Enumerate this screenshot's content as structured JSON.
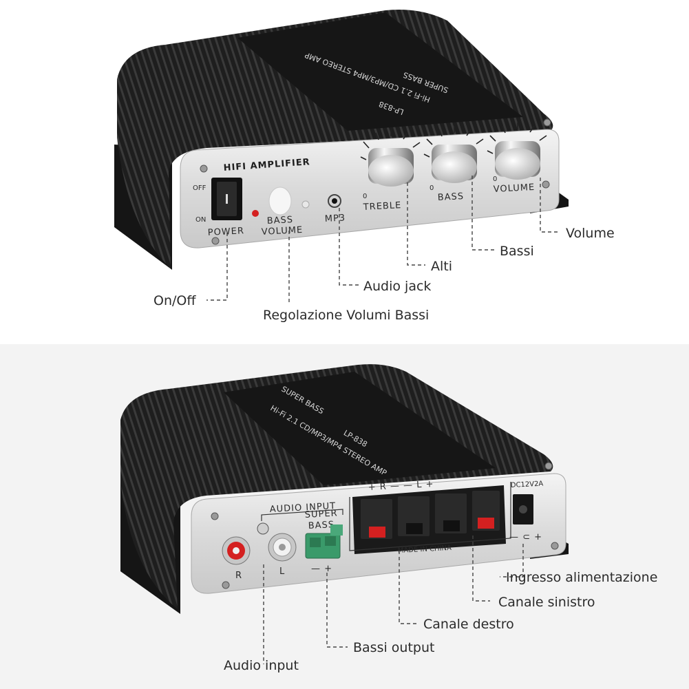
{
  "front_panel": {
    "title": "HIFI AMPLIFIER",
    "switch_off": "OFF",
    "switch_on": "ON",
    "power": "POWER",
    "bass_volume_top": "BASS",
    "bass_volume_bottom": "VOLUME",
    "mp3": "MP3",
    "treble": "TREBLE",
    "bass": "BASS",
    "volume": "VOLUME",
    "dial_zero": "0",
    "top_brand": "Hi-Fi 2.1 CD/MP3/MP4 STEREO AMP",
    "top_super_bass": "SUPER BASS",
    "top_model": "LP-838"
  },
  "rear_panel": {
    "audio_input": "AUDIO INPUT",
    "r": "R",
    "l": "L",
    "super": "SUPER",
    "bass": "BASS",
    "sub_polarity": "— +",
    "terminal_labels": "+ R —    — L +",
    "made_in": "MADE IN CHINA",
    "dc": "DC12V2A",
    "dc_polarity": "— ⊂ +",
    "top_super_bass": "SUPER BASS",
    "top_brand": "Hi-Fi 2.1 CD/MP3/MP4 STEREO AMP",
    "top_model": "LP-838"
  },
  "callouts": {
    "volume": "Volume",
    "bassi": "Bassi",
    "alti": "Alti",
    "audio_jack": "Audio jack",
    "on_off": "On/Off",
    "regolazione": "Regolazione Volumi Bassi",
    "ingresso": "Ingresso alimentazione",
    "canale_sinistro": "Canale sinistro",
    "canale_destro": "Canale destro",
    "bassi_output": "Bassi output",
    "audio_input": "Audio input"
  },
  "colors": {
    "background_bottom": "#f3f3f3",
    "body": "#1b1b1b",
    "panel": "#e6e6e6",
    "accent_red": "#d42020",
    "terminal_green": "#3a9a6a"
  }
}
